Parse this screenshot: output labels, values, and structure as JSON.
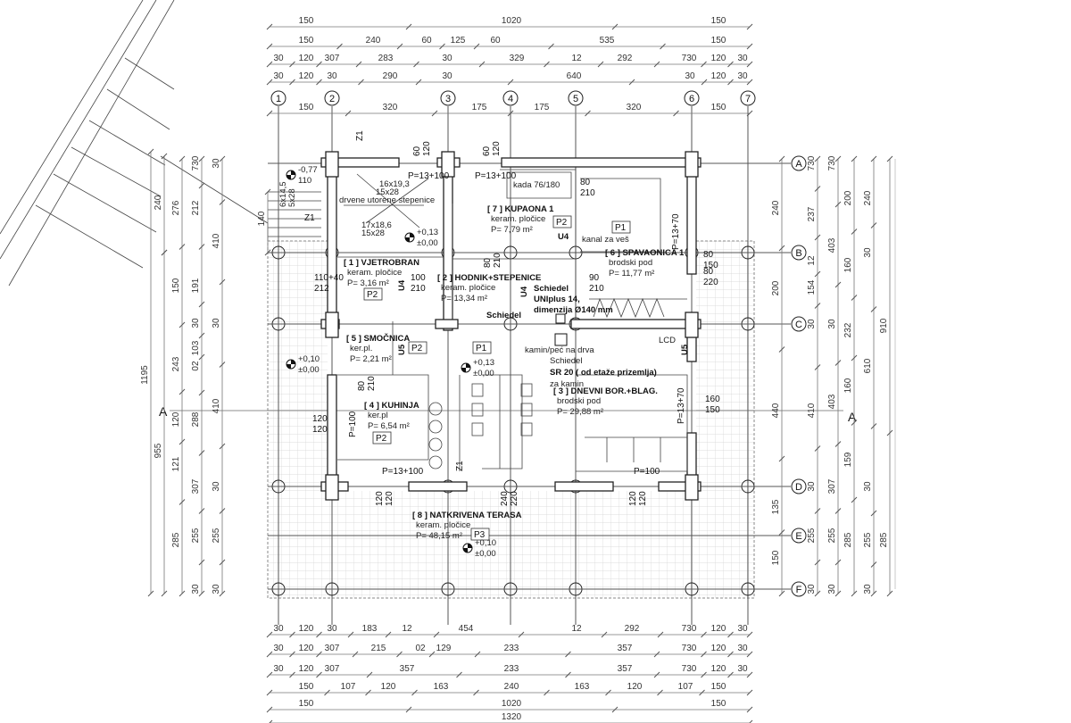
{
  "section_mark": "A",
  "axes": {
    "columns": [
      "1",
      "2",
      "3",
      "4",
      "5",
      "6",
      "7"
    ],
    "rows": [
      "A",
      "B",
      "C",
      "D",
      "E",
      "F"
    ]
  },
  "dims_top": [
    [
      "150",
      "1020",
      "150"
    ],
    [
      "150",
      "240",
      "60",
      "125",
      "60",
      "535",
      "150"
    ],
    [
      "30",
      "120",
      "307",
      "283",
      "30",
      "329",
      "12",
      "292",
      "730",
      "120",
      "30"
    ],
    [
      "30",
      "120",
      "30",
      "290",
      "30",
      "640",
      "30",
      "120",
      "30"
    ],
    [
      "150",
      "320",
      "175",
      "175",
      "320",
      "150"
    ]
  ],
  "dims_bottom": [
    [
      "30",
      "120",
      "30",
      "183",
      "12",
      "454",
      "12",
      "292",
      "730",
      "120",
      "30"
    ],
    [
      "30",
      "120",
      "307",
      "215",
      "02",
      "129",
      "233",
      "357",
      "730",
      "120",
      "30"
    ],
    [
      "30",
      "120",
      "307",
      "357",
      "233",
      "357",
      "730",
      "120",
      "30"
    ],
    [
      "150",
      "107",
      "120",
      "163",
      "240",
      "163",
      "120",
      "107",
      "150"
    ],
    [
      "150",
      "1020",
      "150"
    ],
    [
      "1320"
    ]
  ],
  "dims_left": [
    [
      "1195"
    ],
    [
      "240"
    ],
    [
      "276",
      "150",
      "243",
      "120",
      "121",
      "285"
    ],
    [
      "730",
      "212",
      "191",
      "30",
      "103",
      "02",
      "288",
      "307",
      "255",
      "30"
    ],
    [
      "30",
      "410",
      "30",
      "410",
      "30",
      "255",
      "30"
    ],
    [
      "955"
    ],
    [
      "140"
    ]
  ],
  "dims_right": [
    [
      "240",
      "200",
      "440",
      "135",
      "150"
    ],
    [
      "730",
      "237",
      "12",
      "154",
      "30",
      "410",
      "30",
      "255",
      "30"
    ],
    [
      "730",
      "403",
      "30",
      "403",
      "307",
      "255",
      "30"
    ],
    [
      "200",
      "160",
      "232",
      "160",
      "159",
      "285"
    ],
    [
      "240",
      "30",
      "610",
      "30",
      "255",
      "30"
    ],
    [
      "910",
      "285"
    ]
  ],
  "rooms": [
    {
      "name": "[ 1 ] VJETROBRAN",
      "floor": "keram. pločice",
      "area": "P= 3,16 m²",
      "tag": "P2"
    },
    {
      "name": "[ 2 ] HODNIK+STEPENICE",
      "floor": "keram. pločice",
      "area": "P= 13,34 m²",
      "tag": ""
    },
    {
      "name": "[ 3 ] DNEVNI BOR.+BLAG.",
      "floor": "brodski pod",
      "area": "P= 29,88 m²",
      "tag": "P1"
    },
    {
      "name": "[ 4 ] KUHINJA",
      "floor": "ker.pl",
      "area": "P= 6,54 m²",
      "tag": "P2"
    },
    {
      "name": "[ 5 ] SMOČNICA",
      "floor": "ker.pl.",
      "area": "P= 2,21 m²",
      "tag": "P2"
    },
    {
      "name": "[ 6 ] SPAVAONICA 1",
      "floor": "brodski pod",
      "area": "P= 11,77 m²",
      "tag": "P1"
    },
    {
      "name": "[ 7 ] KUPAONA 1",
      "floor": "keram. pločice",
      "area": "P= 7,79 m²",
      "tag": "P2"
    },
    {
      "name": "[ 8 ] NATKRIVENA TERASA",
      "floor": "keram. pločice",
      "area": "P= 48,15 m²",
      "tag": "P3"
    }
  ],
  "notes": {
    "bathtub": "kada 76/180",
    "laundry": "kanal za veš",
    "chimney1": [
      "Schiedel",
      "UNIplus 14,",
      "dimenzija Ø140 mm"
    ],
    "chimney_label": "Schiedel",
    "stove": "kamin/peć na drva",
    "chimney2": [
      "Schiedel",
      "SR 20  ( od etaže prizemlja)",
      "za kamin"
    ],
    "tv": "LCD",
    "stairs": "drvene utorene stepenice",
    "stair_dims": [
      "16x19,3",
      "15x28",
      "17x18,6",
      "15x28"
    ],
    "ext_stair": [
      "6x14,5",
      "5x28"
    ],
    "z1": "Z1",
    "u4": "U4",
    "u5": "U5"
  },
  "openings": [
    [
      "60",
      "120"
    ],
    [
      "60",
      "120"
    ],
    [
      "P=13+100"
    ],
    [
      "P=13+100"
    ],
    [
      "80",
      "210"
    ],
    [
      "80",
      "210"
    ],
    [
      "100",
      "210"
    ],
    [
      "110+40",
      "212"
    ],
    [
      "90",
      "210"
    ],
    [
      "80",
      "150"
    ],
    [
      "80",
      "220"
    ],
    [
      "80",
      "210"
    ],
    [
      "P=100"
    ],
    [
      "120",
      "120"
    ],
    [
      "P=13+70"
    ],
    [
      "P=13+70"
    ],
    [
      "160",
      "150"
    ],
    [
      "P=13+100"
    ],
    [
      "P=100"
    ],
    [
      "120",
      "120"
    ],
    [
      "240",
      "220"
    ],
    [
      "120",
      "120"
    ]
  ],
  "levels": [
    [
      "-0,77",
      "110"
    ],
    [
      "+0,13",
      "±0,00"
    ],
    [
      "+0,10",
      "±0,00"
    ],
    [
      "+0,13",
      "±0,00"
    ],
    [
      "+0,10",
      "±0,00"
    ]
  ]
}
